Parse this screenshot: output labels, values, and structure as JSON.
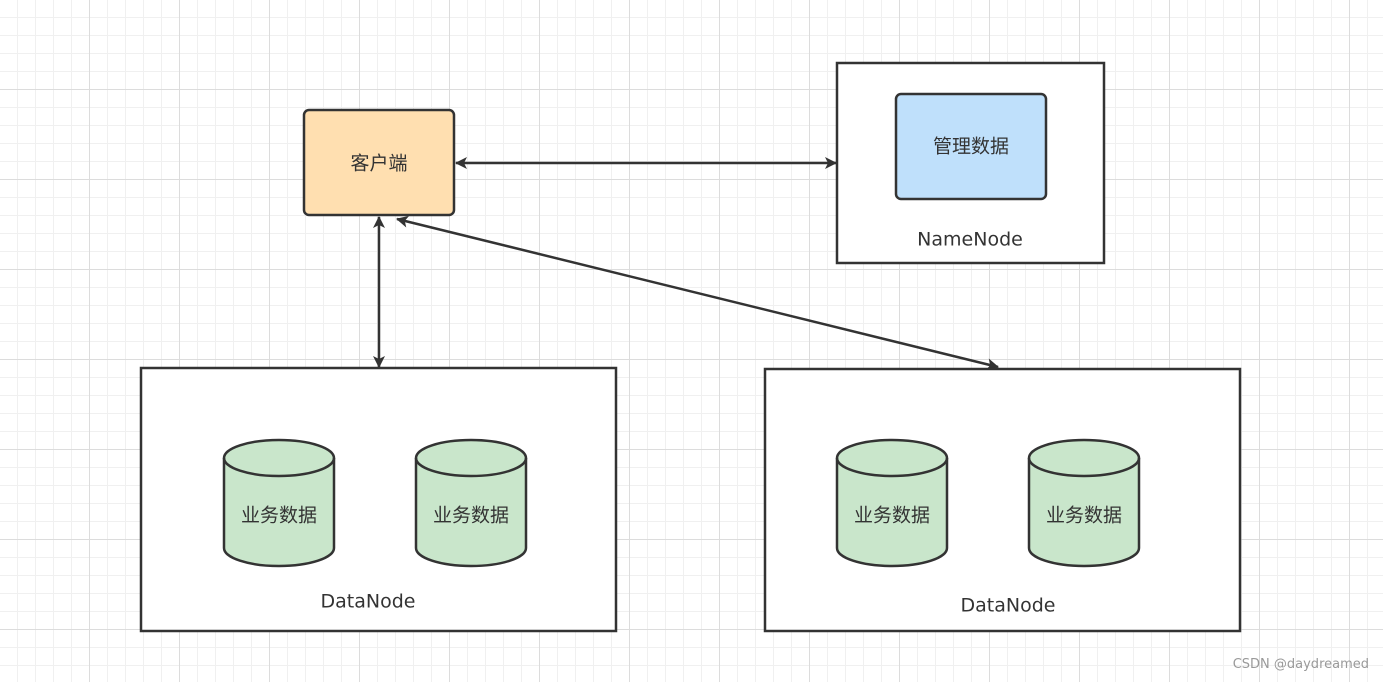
{
  "colors": {
    "stroke": "#333333",
    "client_fill": "#ffdfb0",
    "metadata_fill": "#bfe0fb",
    "db_fill": "#c9e6cb",
    "node_fill": "#ffffff"
  },
  "client": {
    "label": "客户端"
  },
  "namenode": {
    "label": "NameNode",
    "inner_label": "管理数据"
  },
  "datanodes": [
    {
      "label": "DataNode",
      "dbs": [
        "业务数据",
        "业务数据"
      ]
    },
    {
      "label": "DataNode",
      "dbs": [
        "业务数据",
        "业务数据"
      ]
    }
  ],
  "watermark": "CSDN @daydreamed"
}
